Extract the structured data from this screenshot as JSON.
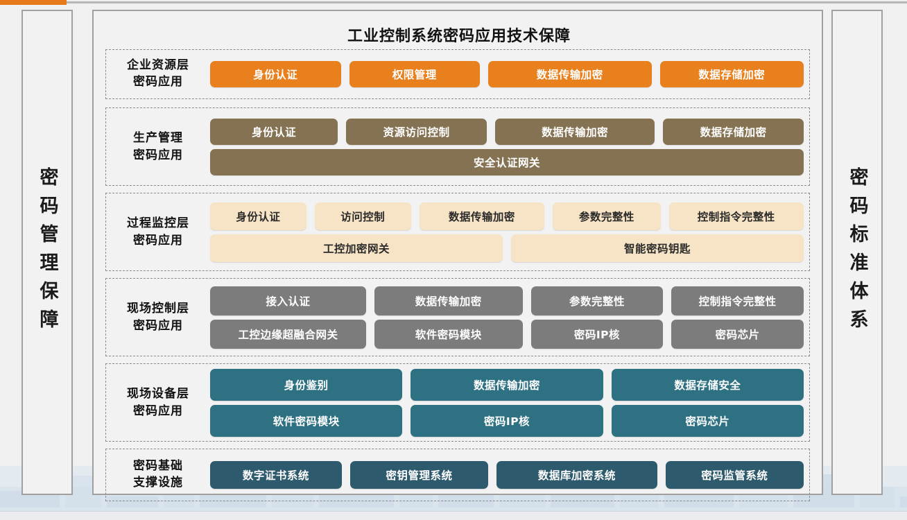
{
  "decor": {
    "top_accent_color": "#e8791b",
    "frame_border_color": "#a0a0a0",
    "panel_background": "#f2f2f2",
    "page_background": "#f0f0f0",
    "skyline_color": "#cfdde9"
  },
  "side_left": {
    "text": "密码管理保障"
  },
  "side_right": {
    "text": "密码标准体系"
  },
  "diagram": {
    "title": "工业控制系统密码应用技术保障",
    "layers": [
      {
        "label_line1": "企业资源层",
        "label_line2": "密码应用",
        "color": "#e8801d",
        "text_color": "#ffffff",
        "rows": [
          {
            "items": [
              {
                "label": "身份认证",
                "flex": 1
              },
              {
                "label": "权限管理",
                "flex": 1
              },
              {
                "label": "数据传输加密",
                "flex": 1.25
              },
              {
                "label": "数据存储加密",
                "flex": 1.1
              }
            ]
          }
        ]
      },
      {
        "label_line1": "生产管理",
        "label_line2": "密码应用",
        "color": "#857252",
        "text_color": "#ffffff",
        "rows": [
          {
            "items": [
              {
                "label": "身份认证",
                "flex": 1
              },
              {
                "label": "资源访问控制",
                "flex": 1.1
              },
              {
                "label": "数据传输加密",
                "flex": 1.25
              },
              {
                "label": "数据存储加密",
                "flex": 1.1
              }
            ]
          },
          {
            "items": [
              {
                "label": "安全认证网关",
                "flex": 1
              }
            ]
          }
        ]
      },
      {
        "label_line1": "过程监控层",
        "label_line2": "密码应用",
        "color": "#f7e3c5",
        "text_color": "#2a2a2a",
        "rows": [
          {
            "items": [
              {
                "label": "身份认证",
                "flex": 1
              },
              {
                "label": "访问控制",
                "flex": 1
              },
              {
                "label": "数据传输加密",
                "flex": 1.3
              },
              {
                "label": "参数完整性",
                "flex": 1.12
              },
              {
                "label": "控制指令完整性",
                "flex": 1.4
              }
            ]
          },
          {
            "items": [
              {
                "label": "工控加密网关",
                "flex": 1
              },
              {
                "label": "智能密码钥匙",
                "flex": 1
              }
            ]
          }
        ]
      },
      {
        "label_line1": "现场控制层",
        "label_line2": "密码应用",
        "color": "#7c7c7c",
        "text_color": "#ffffff",
        "rows": [
          {
            "items": [
              {
                "label": "接入认证",
                "flex": 1.18
              },
              {
                "label": "数据传输加密",
                "flex": 1.12
              },
              {
                "label": "参数完整性",
                "flex": 1
              },
              {
                "label": "控制指令完整性",
                "flex": 1
              }
            ]
          },
          {
            "items": [
              {
                "label": "工控边缘超融合网关",
                "flex": 1.18
              },
              {
                "label": "软件密码模块",
                "flex": 1.12
              },
              {
                "label": "密码IP核",
                "flex": 1
              },
              {
                "label": "密码芯片",
                "flex": 1
              }
            ]
          }
        ]
      },
      {
        "label_line1": "现场设备层",
        "label_line2": "密码应用",
        "color": "#2d7182",
        "text_color": "#ffffff",
        "rows": [
          {
            "items": [
              {
                "label": "身份鉴别",
                "flex": 1
              },
              {
                "label": "数据传输加密",
                "flex": 1
              },
              {
                "label": "数据存储安全",
                "flex": 1
              }
            ]
          },
          {
            "items": [
              {
                "label": "软件密码模块",
                "flex": 1
              },
              {
                "label": "密码IP核",
                "flex": 1
              },
              {
                "label": "密码芯片",
                "flex": 1
              }
            ]
          }
        ]
      },
      {
        "label_line1": "密码基础",
        "label_line2": "支撑设施",
        "color": "#2e5a6e",
        "text_color": "#ffffff",
        "rows": [
          {
            "items": [
              {
                "label": "数字证书系统",
                "flex": 1
              },
              {
                "label": "密钥管理系统",
                "flex": 1.05
              },
              {
                "label": "数据库加密系统",
                "flex": 1.22
              },
              {
                "label": "密码监管系统",
                "flex": 1.05
              }
            ]
          }
        ]
      }
    ]
  }
}
